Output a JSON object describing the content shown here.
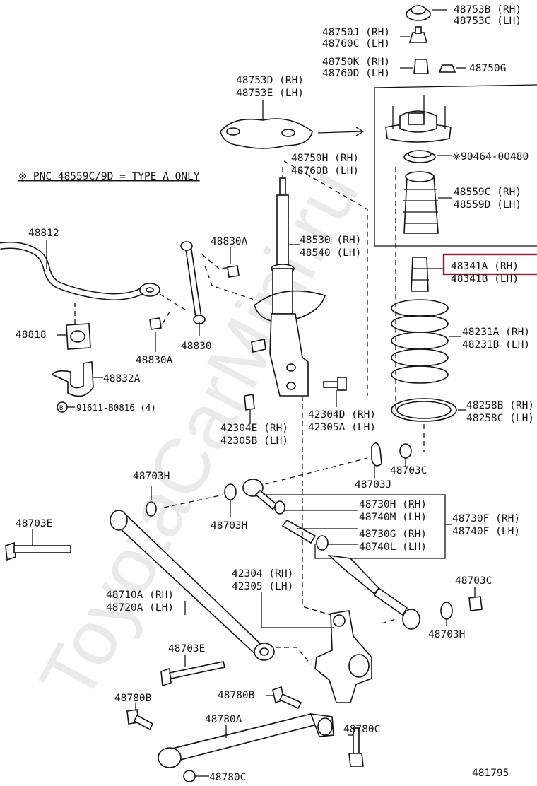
{
  "watermark": "ToyotaCarMini.ru",
  "note": "※ PNC 48559C/9D = TYPE A ONLY",
  "diagram_id": "481795",
  "labels": {
    "l48753B": "48753B (RH)",
    "l48753C": "48753C (LH)",
    "l48750J": "48750J (RH)",
    "l48760C": "48760C (LH)",
    "l48750K": "48750K (RH)",
    "l48760D": "48760D (LH)",
    "l48750G": "48750G",
    "l48753D": "48753D (RH)",
    "l48753E": "48753E (LH)",
    "l90464": "※90464-00480",
    "l48750H": "48750H (RH)",
    "l48760B": "48760B (LH)",
    "l48559C": "48559C (RH)",
    "l48559D": "48559D (LH)",
    "l48812": "48812",
    "l48830A_1": "48830A",
    "l48530": "48530 (RH)",
    "l48540": "48540 (LH)",
    "l48341A": "48341A (RH)",
    "l48341B": "48341B (LH)",
    "l48231A": "48231A (RH)",
    "l48231B": "48231B (LH)",
    "l48818": "48818",
    "l48830": "48830",
    "l48830A_2": "48830A",
    "l48832A": "48832A",
    "l91611": "91611-B0816 (4)",
    "l42304D": "42304D (RH)",
    "l42305A": "42305A (LH)",
    "l48258B": "48258B (RH)",
    "l48258C": "48258C (LH)",
    "l42304E": "42304E (RH)",
    "l42305B": "42305B (LH)",
    "l48703C_1": "48703C",
    "l48703J": "48703J",
    "l48703H_1": "48703H",
    "l48703H_2": "48703H",
    "l48730H": "48730H (RH)",
    "l48740M": "48740M (LH)",
    "l48730F": "48730F (RH)",
    "l48740F": "48740F (LH)",
    "l48730G": "48730G (RH)",
    "l48740L": "48740L (LH)",
    "l48703E_1": "48703E",
    "l48710A": "48710A (RH)",
    "l48720A": "48720A (LH)",
    "l42304": "42304 (RH)",
    "l42305": "42305 (LH)",
    "l48703C_2": "48703C",
    "l48703H_3": "48703H",
    "l48703E_2": "48703E",
    "l48780B_1": "48780B",
    "l48780B_2": "48780B",
    "l48780A": "48780A",
    "l48780C_1": "48780C",
    "l48780C_2": "48780C"
  }
}
